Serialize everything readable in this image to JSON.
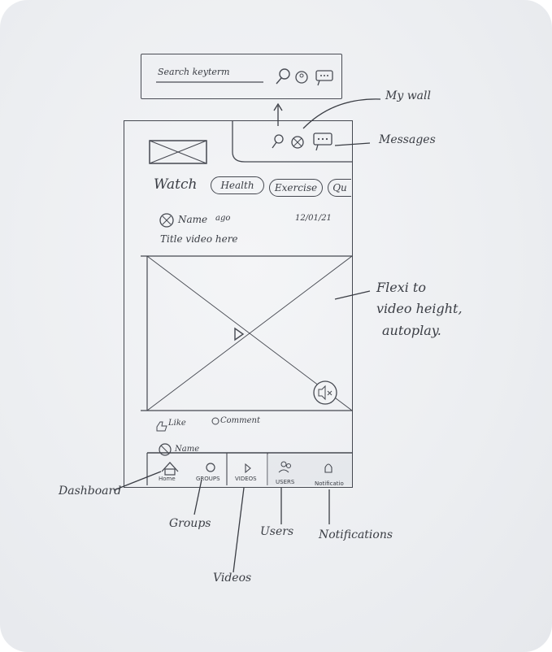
{
  "search": {
    "placeholder": "Search keyterm"
  },
  "annotations": {
    "my_wall": "My wall",
    "messages": "Messages",
    "flexi": [
      "Flexi to",
      "video height,",
      "autoplay."
    ],
    "dashboard": "Dashboard",
    "groups": "Groups",
    "videos": "Videos",
    "users": "Users",
    "notifications": "Notifications"
  },
  "watch": {
    "title": "Watch",
    "tabs": [
      "Health",
      "Exercise",
      "Qu"
    ]
  },
  "post": {
    "name": "Name",
    "ago": "ago",
    "date": "12/01/21",
    "video_title": "Title video here",
    "like": "Like",
    "comment": "Comment",
    "next_name": "Name"
  },
  "nav": {
    "home": "Home",
    "groups": "GROUPS",
    "videos": "VIDEOS",
    "users": "USERS",
    "notifications": "Notificatio"
  },
  "icons": [
    "search-icon",
    "user-icon",
    "message-icon",
    "logo-placeholder",
    "play-icon",
    "sound-icon",
    "like-icon",
    "comment-icon",
    "home-icon",
    "groups-icon",
    "videos-icon",
    "users-icon",
    "bell-icon"
  ]
}
